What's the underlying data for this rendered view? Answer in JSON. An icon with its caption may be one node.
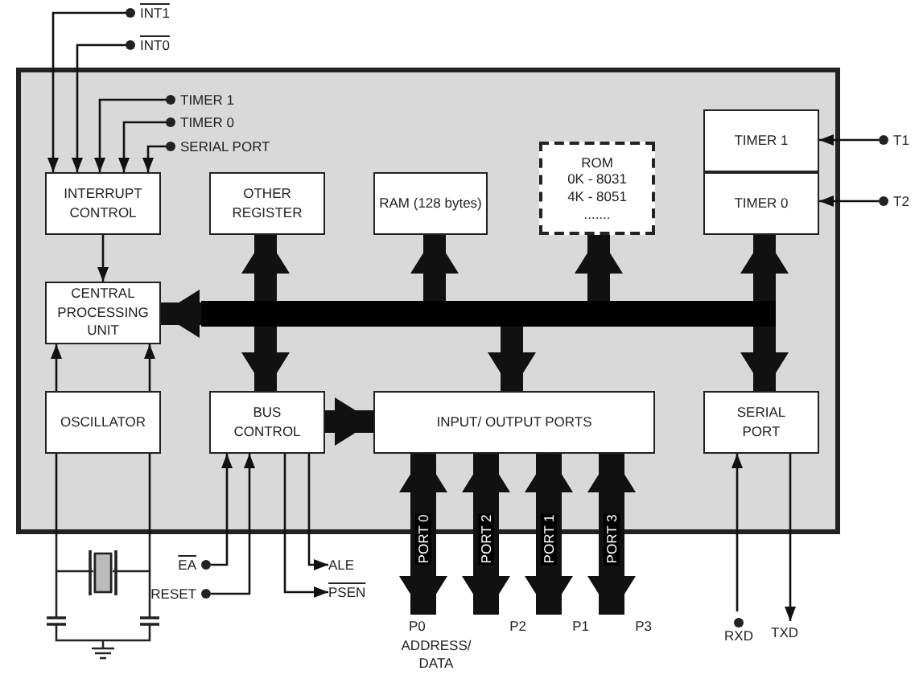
{
  "diagram": {
    "nodes": [
      {
        "text": [],
        "shape": "box"
      },
      {
        "text": [
          "INTERRUPT CONTROL"
        ],
        "in": 0
      },
      {
        "text": [
          "OTHER REGISTER"
        ],
        "in": 0
      },
      {
        "text": [
          "RAM (128 bytes)"
        ],
        "in": 0
      },
      {
        "text": [
          "ROM",
          "0K - 8031 4K - 8051 ......."
        ],
        "in": 0
      },
      {
        "text": [
          "TIMER 1"
        ],
        "in": 0
      },
      {
        "text": [
          "TIMER 0"
        ],
        "in": 0
      },
      {
        "text": [
          "CENTRAL PROCESSING UNIT"
        ],
        "in": 0
      },
      {
        "text": [
          "OSCILLATOR"
        ],
        "in": 0
      },
      {
        "text": [
          "BUS CONTROL"
        ],
        "in": 0
      },
      {
        "text": [
          "INPUT/ OUTPUT PORTS"
        ],
        "in": 0
      },
      {
        "text": [
          "SERIAL PORT"
        ],
        "in": 0
      },
      {
        "text": [],
        "shape": "bar",
        "in": 0
      },
      {
        "text": [
          "INT1"
        ]
      },
      {
        "text": [
          "INT0"
        ]
      },
      {
        "text": [
          "TIMER 1"
        ],
        "in": 0
      },
      {
        "text": [
          "TIMER 0"
        ],
        "in": 0
      },
      {
        "text": [
          "SERIAL PORT"
        ],
        "in": 0
      },
      {
        "text": [
          "T1"
        ]
      },
      {
        "text": [
          "T2"
        ]
      },
      {
        "text": [
          "EA"
        ]
      },
      {
        "text": [
          "RESET"
        ]
      },
      {
        "text": [
          "ALE"
        ]
      },
      {
        "text": [
          "PSEN"
        ]
      },
      {
        "text": [
          "P0"
        ],
        "beside": [
          "ADDRESS/ DATA"
        ]
      },
      {
        "text": [
          "P2"
        ]
      },
      {
        "text": [
          "P1"
        ]
      },
      {
        "text": [
          "P3"
        ]
      },
      {
        "text": [
          "RXD"
        ]
      },
      {
        "text": [
          "TXD"
        ]
      },
      {
        "text": [],
        "shape": "crystal"
      }
    ],
    "edges": [
      {
        "from": 13,
        "to": 1,
        "arrow": "to"
      },
      {
        "from": 14,
        "to": 1,
        "arrow": "to"
      },
      {
        "from": 15,
        "to": 1,
        "arrow": "to"
      },
      {
        "from": 16,
        "to": 1,
        "arrow": "to"
      },
      {
        "from": 17,
        "to": 1,
        "arrow": "to"
      },
      {
        "from": 1,
        "to": 7,
        "arrow": "to"
      },
      {
        "from": 8,
        "to": 7,
        "arrow": "to"
      },
      {
        "from": 8,
        "to": 7,
        "arrow": "to"
      },
      {
        "from": 12,
        "to": 7,
        "arrow": "to",
        "style": "thick"
      },
      {
        "from": 12,
        "to": 2,
        "arrow": "to",
        "style": "thick"
      },
      {
        "from": 12,
        "to": 9,
        "arrow": "to",
        "style": "thick"
      },
      {
        "from": 12,
        "to": 3,
        "arrow": "to",
        "style": "thick"
      },
      {
        "from": 12,
        "to": 4,
        "arrow": "to",
        "style": "thick"
      },
      {
        "from": 12,
        "to": 10,
        "arrow": "to",
        "style": "thick"
      },
      {
        "from": 12,
        "to": 6,
        "arrow": "to",
        "style": "thick"
      },
      {
        "from": 12,
        "to": 11,
        "arrow": "to",
        "style": "thick"
      },
      {
        "from": 9,
        "to": 10,
        "arrow": "to",
        "style": "thick"
      },
      {
        "from": 18,
        "to": 5,
        "arrow": "to"
      },
      {
        "from": 19,
        "to": 6,
        "arrow": "to"
      },
      {
        "from": 20,
        "to": 9,
        "arrow": "to"
      },
      {
        "from": 21,
        "to": 9,
        "arrow": "to"
      },
      {
        "from": 9,
        "to": 22,
        "arrow": "to"
      },
      {
        "from": 9,
        "to": 23,
        "arrow": "to"
      },
      {
        "from": 10,
        "to": 24,
        "arrow": "both",
        "style": "thick",
        "label": "PORT 0"
      },
      {
        "from": 10,
        "to": 25,
        "arrow": "both",
        "style": "thick",
        "label": "PORT 2"
      },
      {
        "from": 10,
        "to": 26,
        "arrow": "both",
        "style": "thick",
        "label": "PORT 1"
      },
      {
        "from": 10,
        "to": 27,
        "arrow": "both",
        "style": "thick",
        "label": "PORT 3"
      },
      {
        "from": 28,
        "to": 11,
        "arrow": "to"
      },
      {
        "from": 11,
        "to": 29,
        "arrow": "to"
      },
      {
        "from": 8,
        "to": 30,
        "arrow": "none"
      },
      {
        "from": 8,
        "to": 30,
        "arrow": "none"
      }
    ]
  }
}
